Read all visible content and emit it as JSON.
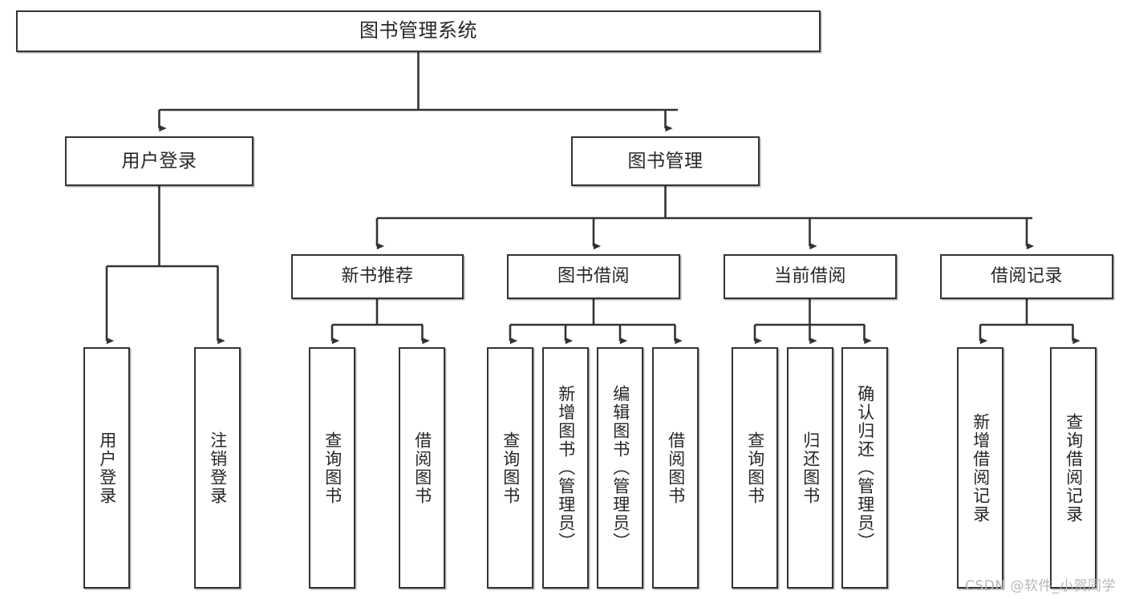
{
  "diagram": {
    "type": "tree-hierarchy",
    "title": "图书管理系统",
    "watermark": "CSDN @软件_小贺同学",
    "colors": {
      "box_border": "#333333",
      "box_fill": "#ffffff",
      "connector": "#333333",
      "text": "#262626",
      "watermark": "#b8b8b8",
      "background": "#ffffff"
    },
    "levels": [
      {
        "level": 1,
        "nodes": [
          {
            "id": "root",
            "label": "图书管理系统",
            "orientation": "horizontal"
          }
        ]
      },
      {
        "level": 2,
        "nodes": [
          {
            "id": "login",
            "label": "用户登录",
            "orientation": "horizontal",
            "parent": "root"
          },
          {
            "id": "bookmgmt",
            "label": "图书管理",
            "orientation": "horizontal",
            "parent": "root"
          }
        ]
      },
      {
        "level": 3,
        "nodes": [
          {
            "id": "newbook",
            "label": "新书推荐",
            "orientation": "horizontal",
            "parent": "bookmgmt"
          },
          {
            "id": "borrow",
            "label": "图书借阅",
            "orientation": "horizontal",
            "parent": "bookmgmt"
          },
          {
            "id": "current",
            "label": "当前借阅",
            "orientation": "horizontal",
            "parent": "bookmgmt"
          },
          {
            "id": "records",
            "label": "借阅记录",
            "orientation": "horizontal",
            "parent": "bookmgmt"
          }
        ]
      },
      {
        "level": 4,
        "nodes": [
          {
            "id": "leaf-1",
            "label": "用户登录",
            "orientation": "vertical",
            "parent": "login"
          },
          {
            "id": "leaf-2",
            "label": "注销登录",
            "orientation": "vertical",
            "parent": "login"
          },
          {
            "id": "leaf-3",
            "label": "查询图书",
            "orientation": "vertical",
            "parent": "newbook"
          },
          {
            "id": "leaf-4",
            "label": "借阅图书",
            "orientation": "vertical",
            "parent": "newbook"
          },
          {
            "id": "leaf-5",
            "label": "查询图书",
            "orientation": "vertical",
            "parent": "borrow"
          },
          {
            "id": "leaf-6",
            "label": "新增图书（管理员）",
            "orientation": "vertical",
            "parent": "borrow"
          },
          {
            "id": "leaf-7",
            "label": "编辑图书（管理员）",
            "orientation": "vertical",
            "parent": "borrow"
          },
          {
            "id": "leaf-8",
            "label": "借阅图书",
            "orientation": "vertical",
            "parent": "borrow"
          },
          {
            "id": "leaf-9",
            "label": "查询图书",
            "orientation": "vertical",
            "parent": "current"
          },
          {
            "id": "leaf-10",
            "label": "归还图书",
            "orientation": "vertical",
            "parent": "current"
          },
          {
            "id": "leaf-11",
            "label": "确认归还（管理员）",
            "orientation": "vertical",
            "parent": "current"
          },
          {
            "id": "leaf-12",
            "label": "新增借阅记录",
            "orientation": "vertical",
            "parent": "records"
          },
          {
            "id": "leaf-13",
            "label": "查询借阅记录",
            "orientation": "vertical",
            "parent": "records"
          }
        ]
      }
    ]
  }
}
